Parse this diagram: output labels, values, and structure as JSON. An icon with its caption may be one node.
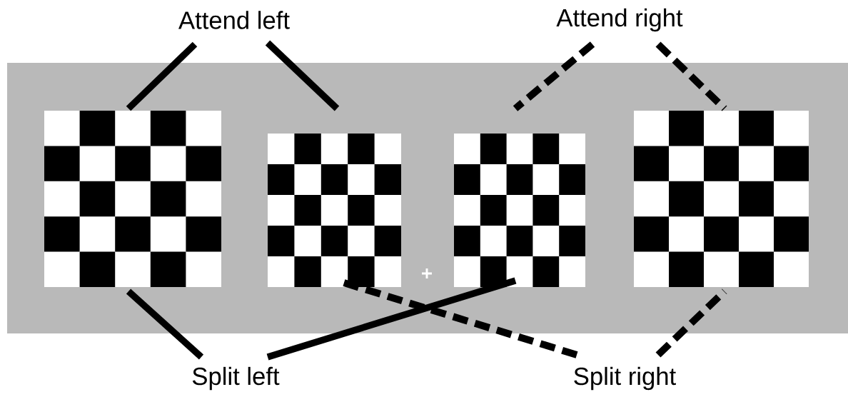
{
  "diagram": {
    "nodes": [
      {
        "text": [
          "Attend left"
        ]
      },
      {
        "text": [
          "Attend right"
        ]
      },
      {
        "text": [],
        "shape": "checkerboard"
      },
      {
        "text": [],
        "shape": "checkerboard"
      },
      {
        "text": [],
        "shape": "checkerboard"
      },
      {
        "text": [],
        "shape": "checkerboard"
      },
      {
        "text": [
          "Split left"
        ]
      },
      {
        "text": [
          "Split right"
        ]
      }
    ],
    "edges": [
      {
        "from": 0,
        "to": 2,
        "arrow": "none"
      },
      {
        "from": 0,
        "to": 3,
        "arrow": "none"
      },
      {
        "from": 1,
        "to": 4,
        "arrow": "none",
        "style": "dashed"
      },
      {
        "from": 1,
        "to": 5,
        "arrow": "none",
        "style": "dashed"
      },
      {
        "from": 6,
        "to": 2,
        "arrow": "none"
      },
      {
        "from": 6,
        "to": 4,
        "arrow": "none"
      },
      {
        "from": 7,
        "to": 3,
        "arrow": "none",
        "style": "dashed"
      },
      {
        "from": 7,
        "to": 5,
        "arrow": "none",
        "style": "dashed"
      }
    ]
  }
}
